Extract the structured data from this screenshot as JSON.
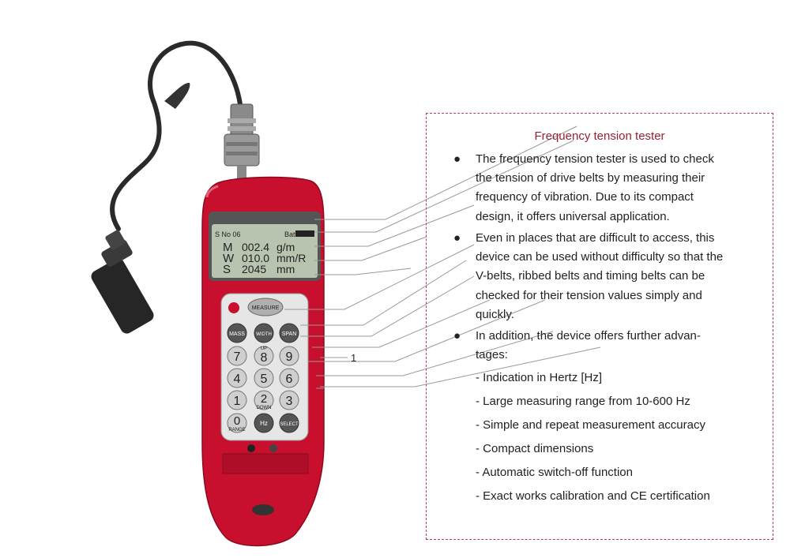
{
  "device": {
    "screen": {
      "header_left": "S No 06",
      "header_right": "Batt",
      "lines": [
        {
          "letter": "M",
          "value": "002.4",
          "unit": "g/m"
        },
        {
          "letter": "W",
          "value": "010.0",
          "unit": "mm/R"
        },
        {
          "letter": "S",
          "value": "2045",
          "unit": "mm"
        }
      ]
    },
    "measure_label": "MEASURE",
    "fn_buttons": [
      "MASS",
      "WIDTH",
      "SPAN"
    ],
    "keys": {
      "k7": "7",
      "k8": "8",
      "k8_sub": "UP",
      "k9": "9",
      "k4": "4",
      "k5": "5",
      "k6": "6",
      "k1": "1",
      "k2": "2",
      "k2_sub": "DOWN",
      "k3": "3",
      "k0": "0",
      "k0_sub": "RANGE",
      "hz": "Hz",
      "select": "SELECT"
    },
    "callout_number": "1",
    "colors": {
      "body": "#c8102e",
      "screen": "#b8c4b0",
      "keypad": "#e6e6e6",
      "key": "#cccccc"
    }
  },
  "info": {
    "title": "Frequency tension tester",
    "bullets": [
      [
        "The frequency tension tester is used to check",
        "the tension of drive belts by measuring their",
        "frequency of vibration. Due to its compact",
        "design, it offers universal application."
      ],
      [
        "Even in places that are difficult to access, this",
        "device can be used without difficulty so that the",
        "V-belts, ribbed belts and timing belts can be",
        "checked for their tension values simply and",
        "quickly."
      ],
      [
        "In addition, the device offers further advan-",
        "tages:"
      ]
    ],
    "advantages": [
      "- Indication in Hertz [Hz]",
      "- Large measuring range from 10-600 Hz",
      "- Simple and repeat measurement accuracy",
      "- Compact dimensions",
      "- Automatic switch-off function",
      "- Exact works calibration and CE certification"
    ]
  }
}
